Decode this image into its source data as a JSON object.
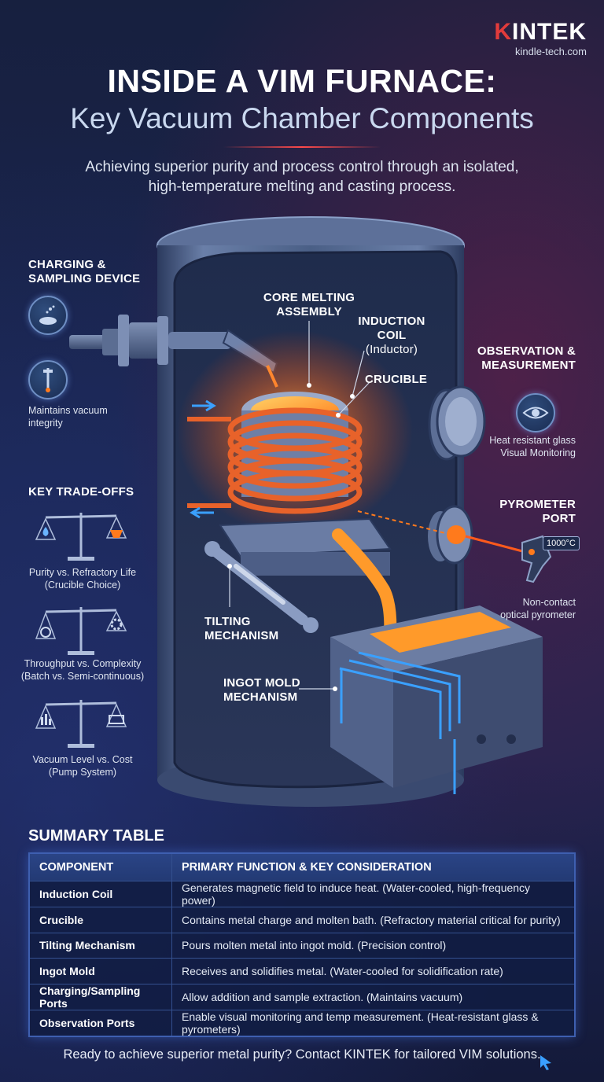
{
  "brand": {
    "logo": "KINTEK",
    "logo_first": "K",
    "logo_rest": "INTEK",
    "url": "kindle-tech.com"
  },
  "header": {
    "title": "INSIDE A VIM FURNACE:",
    "subtitle": "Key Vacuum Chamber Components",
    "tagline_line1": "Achieving superior purity and process control through an isolated,",
    "tagline_line2": "high-temperature melting and casting process."
  },
  "left": {
    "charging_title_line1": "CHARGING &",
    "charging_title_line2": "SAMPLING DEVICE",
    "charging_note_line1": "Maintains vacuum",
    "charging_note_line2": "integrity",
    "tradeoffs_title": "KEY TRADE-OFFS",
    "tradeoffs": [
      {
        "line1": "Purity vs. Refractory Life",
        "line2": "(Crucible Choice)"
      },
      {
        "line1": "Throughput vs. Complexity",
        "line2": "(Batch vs. Semi-continuous)"
      },
      {
        "line1": "Vacuum Level vs. Cost",
        "line2": "(Pump System)"
      }
    ]
  },
  "diagram": {
    "core_line1": "CORE MELTING",
    "core_line2": "ASSEMBLY",
    "induction_line1": "INDUCTION",
    "induction_line2": "COIL",
    "induction_line3": "(Inductor)",
    "crucible": "CRUCIBLE",
    "tilting_line1": "TILTING",
    "tilting_line2": "MECHANISM",
    "ingot_line1": "INGOT MOLD",
    "ingot_line2": "MECHANISM"
  },
  "right": {
    "observation_line1": "OBSERVATION &",
    "observation_line2": "MEASUREMENT",
    "observation_note_line1": "Heat resistant glass",
    "observation_note_line2": "Visual Monitoring",
    "pyrometer_line1": "PYROMETER",
    "pyrometer_line2": "PORT",
    "pyrometer_readout": "1000°C",
    "pyrometer_note_line1": "Non-contact",
    "pyrometer_note_line2": "optical pyrometer"
  },
  "summary": {
    "title": "SUMMARY TABLE",
    "headers": [
      "COMPONENT",
      "PRIMARY FUNCTION & KEY CONSIDERATION"
    ],
    "rows": [
      [
        "Induction Coil",
        "Generates magnetic field to induce heat. (Water-cooled, high-frequency power)"
      ],
      [
        "Crucible",
        "Contains metal charge and molten bath. (Refractory material critical for purity)"
      ],
      [
        "Tilting Mechanism",
        "Pours molten metal into ingot mold. (Precision control)"
      ],
      [
        "Ingot Mold",
        "Receives and solidifies metal. (Water-cooled for solidification rate)"
      ],
      [
        "Charging/Sampling Ports",
        "Allow addition and sample extraction. (Maintains vacuum)"
      ],
      [
        "Observation Ports",
        "Enable visual monitoring and temp measurement. (Heat-resistant glass & pyrometers)"
      ]
    ]
  },
  "cta": "Ready to achieve superior metal purity? Contact KINTEK for tailored VIM solutions.",
  "colors": {
    "accent_red": "#e23b3b",
    "molten": "#ff8a1e",
    "coil": "#e8622a",
    "cooling_blue": "#3aa0ff",
    "steel": "#4a5f86"
  }
}
